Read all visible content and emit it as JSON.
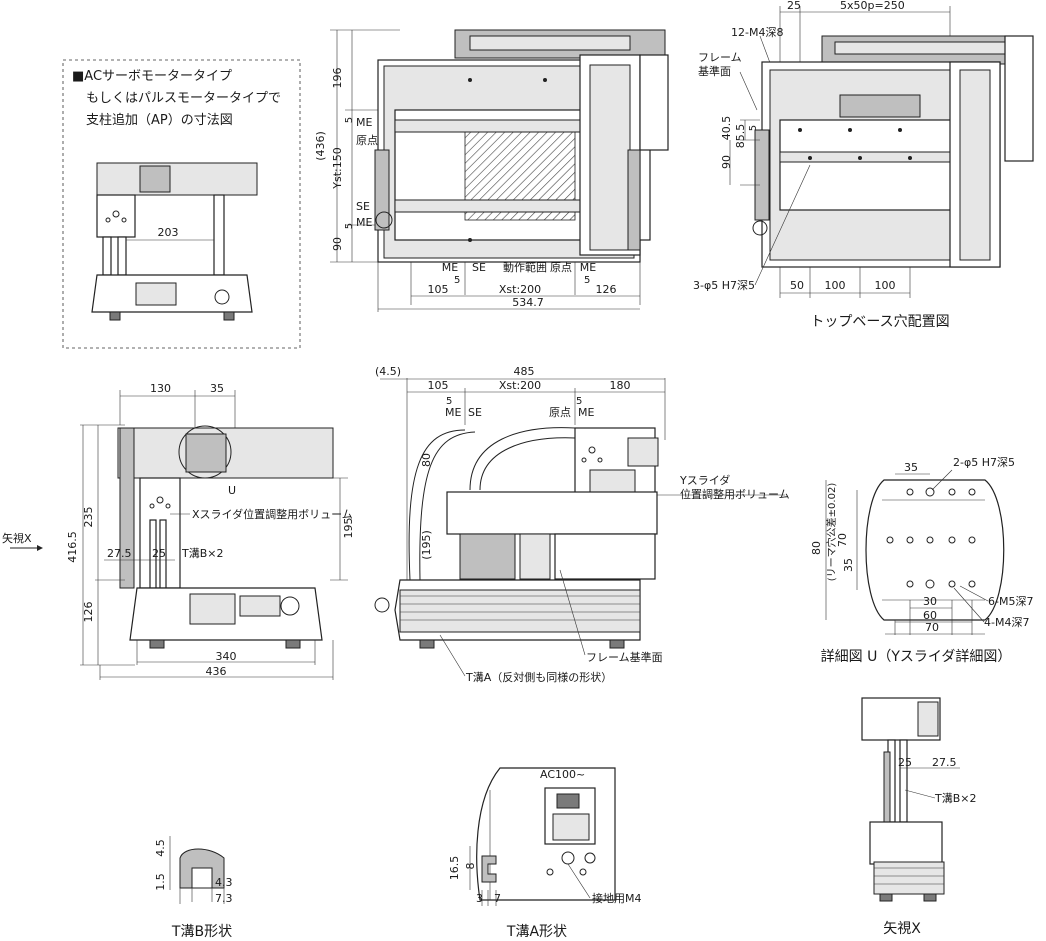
{
  "inset": {
    "line1": "■ACサーボモータータイプ",
    "line2": "もしくはパルスモータータイプで",
    "line3": "支柱追加（AP）の寸法図",
    "dim_203": "203"
  },
  "top_view": {
    "d196": "196",
    "d436": "(436)",
    "ystlabel": "Yst:150",
    "d90": "90",
    "d5a": "5",
    "d5b": "5",
    "me1": "ME",
    "genten1": "原点",
    "se1": "SE",
    "me2": "ME",
    "me_b": "ME",
    "se_b": "SE",
    "range": "動作範囲",
    "genten_b": "原点",
    "me_b2": "ME",
    "five_b1": "5",
    "five_b2": "5",
    "d105": "105",
    "xst": "Xst:200",
    "d126": "126",
    "d5347": "534.7"
  },
  "top_base": {
    "d25": "25",
    "pitch": "5x50p=250",
    "m4": "12-M4深8",
    "frame1": "フレーム",
    "frame2": "基準面",
    "d405": "40.5",
    "d855": "85.5",
    "d90": "90",
    "d5": "5",
    "hole": "3-φ5 H7深5",
    "d50": "50",
    "d100a": "100",
    "d100b": "100",
    "caption": "トップベース穴配置図"
  },
  "front_view": {
    "d130": "130",
    "d35": "35",
    "u": "U",
    "xvol": "Xスライダ位置調整用ボリューム",
    "d235": "235",
    "d4165": "416.5",
    "d195": "195",
    "d275": "27.5",
    "d25": "25",
    "tb2": "T溝B×2",
    "d126": "126",
    "d340": "340",
    "d436": "436",
    "arrow_x": "矢視X"
  },
  "side_view": {
    "d45": "(4.5)",
    "d485": "485",
    "d105": "105",
    "xst": "Xst:200",
    "d180": "180",
    "five1": "5",
    "five2": "5",
    "me1": "ME",
    "se1": "SE",
    "genten": "原点",
    "me2": "ME",
    "d80": "80",
    "d195": "(195)",
    "yvol1": "Yスライダ",
    "yvol2": "位置調整用ボリューム",
    "frame": "フレーム基準面",
    "ta": "T溝A（反対側も同様の形状）"
  },
  "detail_u": {
    "d35": "35",
    "hole": "2-φ5 H7深5",
    "d80": "80",
    "d70": "70",
    "ream": "(リーマ穴公差±0.02)",
    "d35b": "35",
    "d30": "30",
    "d60": "60",
    "d70b": "70",
    "m5": "6-M5深7",
    "m4": "4-M4深7",
    "caption": "詳細図 U（Yスライダ詳細図）"
  },
  "arrow_view": {
    "d25": "25",
    "d275": "27.5",
    "tb2": "T溝B×2",
    "caption": "矢視X"
  },
  "tb_shape": {
    "d45": "4.5",
    "d15": "1.5",
    "d43": "4.3",
    "d73": "7.3",
    "caption": "T溝B形状"
  },
  "ta_shape": {
    "ac": "AC100~",
    "d165": "16.5",
    "d8": "8",
    "d3": "3",
    "d7": "7",
    "ground": "接地用M4",
    "caption": "T溝A形状"
  }
}
